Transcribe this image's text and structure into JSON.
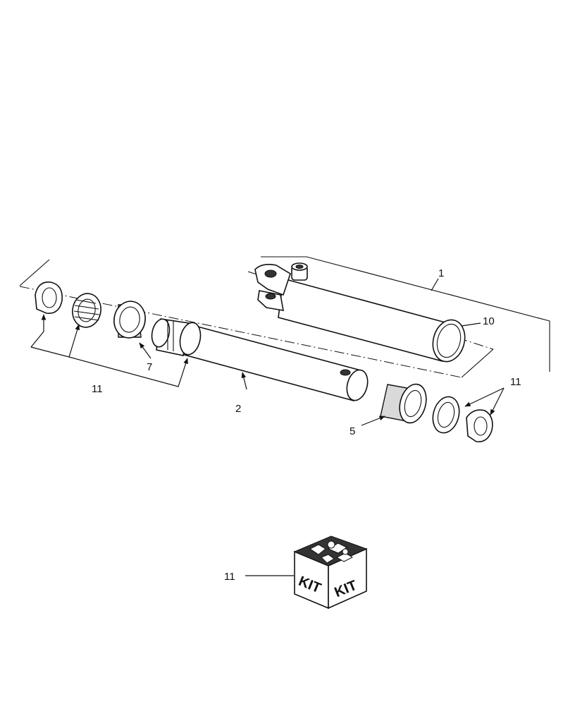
{
  "callouts": {
    "barrel": "1",
    "rod": "2",
    "piston": "5",
    "gland": "7",
    "barrel_ring": "10",
    "seal_kit_left": "11",
    "seal_kit_right": "11",
    "kit_box": "11"
  },
  "kit_box": {
    "label_left": "KIT",
    "label_right": "KIT"
  }
}
